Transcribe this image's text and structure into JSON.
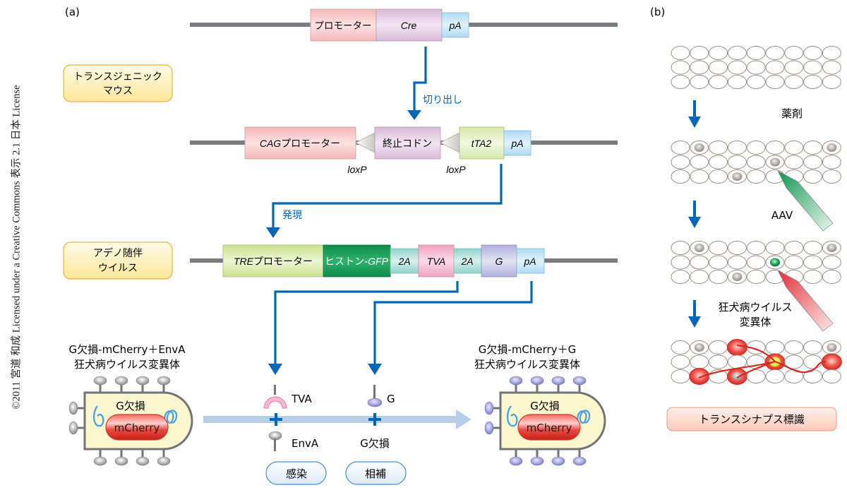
{
  "copyright": "©2011 宮道 和成 Licensed under a Creative Commons 表示 2.1 日本 License",
  "panel_a": {
    "label": "(a)",
    "sources": {
      "mouse": [
        "トランスジェニック",
        "マウス"
      ],
      "aav": [
        "アデノ随伴",
        "ウイルス"
      ]
    },
    "construct1": {
      "segments": [
        {
          "label": "プロモーター",
          "italic": false,
          "color": "#f6c6c8"
        },
        {
          "label": "Cre",
          "italic": true,
          "color": "#e2c8e0"
        },
        {
          "label": "pA",
          "italic": true,
          "color": "#bfe3f5"
        }
      ]
    },
    "arrow1_label": "切り出し",
    "construct2": {
      "segments": [
        {
          "label_it": "CAG",
          "label": "プロモーター",
          "color": "#f6c6c8"
        },
        {
          "label": "終止コドン",
          "color": "#e2c8e0"
        },
        {
          "label_it": "tTA2",
          "label": "",
          "color": "#d6e8a8"
        },
        {
          "label_it": "pA",
          "label": "",
          "color": "#bfe3f5"
        }
      ],
      "loxp": [
        "loxP",
        "loxP"
      ]
    },
    "arrow2_label": "発現",
    "construct3": {
      "segments": [
        {
          "label_it": "TRE",
          "label": "プロモーター",
          "color": "#e4efbe"
        },
        {
          "label": "ヒストン-",
          "label_it2": "GFP",
          "color": "#1a9a5a"
        },
        {
          "label_it": "2A",
          "label": "",
          "color": "#a8ddd6"
        },
        {
          "label_it": "TVA",
          "label": "",
          "color": "#f4b8cf"
        },
        {
          "label_it": "2A",
          "label": "",
          "color": "#a8ddd6"
        },
        {
          "label_it": "G",
          "label": "",
          "color": "#c3c3e6"
        },
        {
          "label_it": "pA",
          "label": "",
          "color": "#bfe3f5"
        }
      ]
    },
    "virus_left": {
      "title": [
        "G欠損-mCherry＋EnvA",
        "狂犬病ウイルス変異体"
      ],
      "genome_label": "G欠損",
      "core_label": "mCherry"
    },
    "virus_right": {
      "title": [
        "G欠損-mCherry＋G",
        "狂犬病ウイルス変異体"
      ],
      "genome_label": "G欠損",
      "core_label": "mCherry"
    },
    "interaction": {
      "tva_label": "TVA",
      "enva_label": "EnvA",
      "g_label": "G",
      "gdel_label": "G欠損",
      "plus": "+",
      "infection_label": "感染",
      "complement_label": "相補"
    }
  },
  "panel_b": {
    "label": "(b)",
    "step1_label": "薬剤",
    "step2_label": "AAV",
    "step3_label": [
      "狂犬病ウイルス",
      "変異体"
    ],
    "result_label": "トランスシナプス標識"
  },
  "colors": {
    "arrow_blue": "#0068b7",
    "dna_line": "#7b7c80",
    "source_box_border": "#f0b23a",
    "flow_arrow": "#b8cde8",
    "red_cell": "#e0302d",
    "green_cell": "#12a050"
  }
}
